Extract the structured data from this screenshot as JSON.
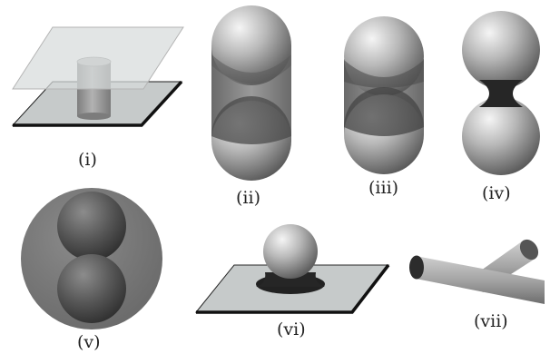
{
  "figure": {
    "panels": [
      {
        "id": "i",
        "label": "(i)",
        "subject": "cylinder between two parallel plates"
      },
      {
        "id": "ii",
        "label": "(ii)",
        "subject": "two separated spheres bridged by a column"
      },
      {
        "id": "iii",
        "label": "(iii)",
        "subject": "two touching spheres inside a column"
      },
      {
        "id": "iv",
        "label": "(iv)",
        "subject": "two spheres joined by a concave neck"
      },
      {
        "id": "v",
        "label": "(v)",
        "subject": "two spheres inside a larger sphere"
      },
      {
        "id": "vi",
        "label": "(vi)",
        "subject": "sphere on a plate with a meniscus"
      },
      {
        "id": "vii",
        "label": "(vii)",
        "subject": "two crossed rods joined at the contact"
      }
    ],
    "colors": {
      "plate_fill": "#c4c8c8",
      "plate_edge": "#1f1f1f",
      "sphere_light": "#f2f2f2",
      "sphere_mid": "#a6a6a6",
      "sphere_dark": "#4e4e4e",
      "column_fill": "#8a8a8a",
      "meniscus": "#262626"
    }
  }
}
